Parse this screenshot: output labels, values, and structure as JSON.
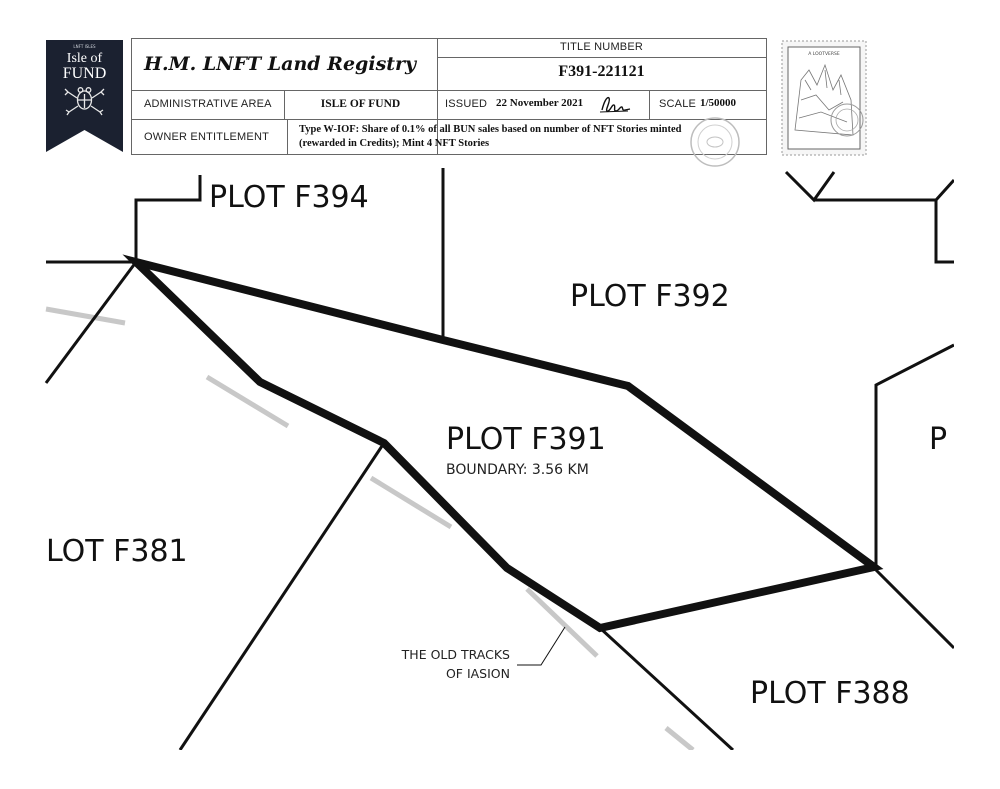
{
  "banner": {
    "top_text": "LNFT ISLES",
    "line1": "Isle of",
    "line2": "FUND",
    "icon": "frog-crest-icon"
  },
  "header": {
    "registry_title": "H.M. LNFT Land Registry",
    "title_number_label": "TITLE NUMBER",
    "title_number": "F391-221121",
    "admin_area_label": "ADMINISTRATIVE AREA",
    "admin_area": "ISLE OF FUND",
    "issued_label": "ISSUED",
    "issued_date": "22 November 2021",
    "scale_label": "SCALE",
    "scale": "1/50000",
    "owner_label": "OWNER ENTITLEMENT",
    "owner_text_line1": "Type W-IOF: Share of 0.1% of all BUN sales based on number of NFT Stories minted",
    "owner_text_line2": "(rewarded in Credits); Mint 4 NFT Stories"
  },
  "stamp": {
    "icon": "postage-stamp-icon",
    "text": "A LOOTVERSE"
  },
  "seal": {
    "icon": "round-seal-icon"
  },
  "map": {
    "plots": {
      "f394": "PLOT F394",
      "f392": "PLOT F392",
      "f391": "PLOT F391",
      "f381": "LOT F381",
      "f388": "PLOT F388",
      "edge": "P"
    },
    "boundary": "BOUNDARY: 3.56 KM",
    "tracks_line1": "THE OLD TRACKS",
    "tracks_line2": "OF IASION"
  },
  "colors": {
    "banner_bg": "#1b2130",
    "border": "#666666",
    "track_gray": "#c8c8c8",
    "ink": "#111111"
  }
}
